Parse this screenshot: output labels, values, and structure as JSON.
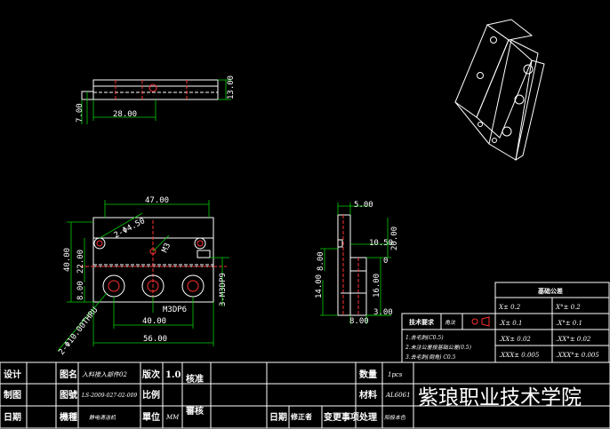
{
  "views": {
    "top": {
      "dims": {
        "width": "28.00",
        "height": "13.00",
        "left": "7.00"
      }
    },
    "front": {
      "dims": {
        "top_width": "47.00",
        "bottom_width": "56.00",
        "holes_span": "40.00",
        "height_total": "40.00",
        "height_mid": "22.00",
        "height_low": "8.00",
        "hole_top": "2-Φ4.50",
        "m3": "M3",
        "m3dp9": "3-M3DP9",
        "m3dp6": "M3DP6",
        "hole_bottom": "2-Φ10.00THRU"
      }
    },
    "side": {
      "dims": {
        "top": "5.00",
        "d10_50": "10.50",
        "d20": "20.00",
        "d16": "16.00",
        "d8": "8.00",
        "d8b": "8.00",
        "d14": "14.00",
        "d3": "3.00",
        "d0": "0"
      }
    }
  },
  "tolerance": {
    "title": "基础公差",
    "rows": [
      {
        "a": "X±  0.2",
        "b": "X°±  0.2"
      },
      {
        "a": ".X±  0.1",
        "b": ".X°±  0.1"
      },
      {
        "a": ".XX±  0.02",
        "b": ".XX°±  0.02"
      },
      {
        "a": ".XXX±  0.005",
        "b": ".XXX°±  0.005"
      }
    ]
  },
  "tech": {
    "title": "技术要求",
    "angle_label": "角法",
    "items": [
      "1.去毛刺(C0.5)",
      "2.未注公差按基础公差(0.5)",
      "3.去毛刺(倒角) C0.5"
    ]
  },
  "title_block": {
    "row1": {
      "l1": "设计",
      "l2": "图名",
      "v2": "入料接入部件02",
      "l3": "版次",
      "v3": "1.0",
      "l4": "核准",
      "l5": "数量",
      "v5": "1pcs"
    },
    "row2": {
      "l1": "制图",
      "l2": "图號",
      "v2": "LS-2009-027-02-009",
      "l3": "比例",
      "l5": "材料",
      "v5": "AL6061"
    },
    "row3": {
      "l1": "日期",
      "l2": "機種",
      "v2": "静电清洁机",
      "l3": "單位",
      "v3": "MM",
      "l4": "審核",
      "l5": "日期",
      "l6": "修正者",
      "l7": "变更事项",
      "l8": "处理",
      "v8": "阳极本色"
    },
    "school": "紫琅职业技术学院"
  },
  "colors": {
    "line": "#ffffff",
    "dim": "#00d000",
    "hidden": "#ff3030",
    "bg": "#000000"
  }
}
